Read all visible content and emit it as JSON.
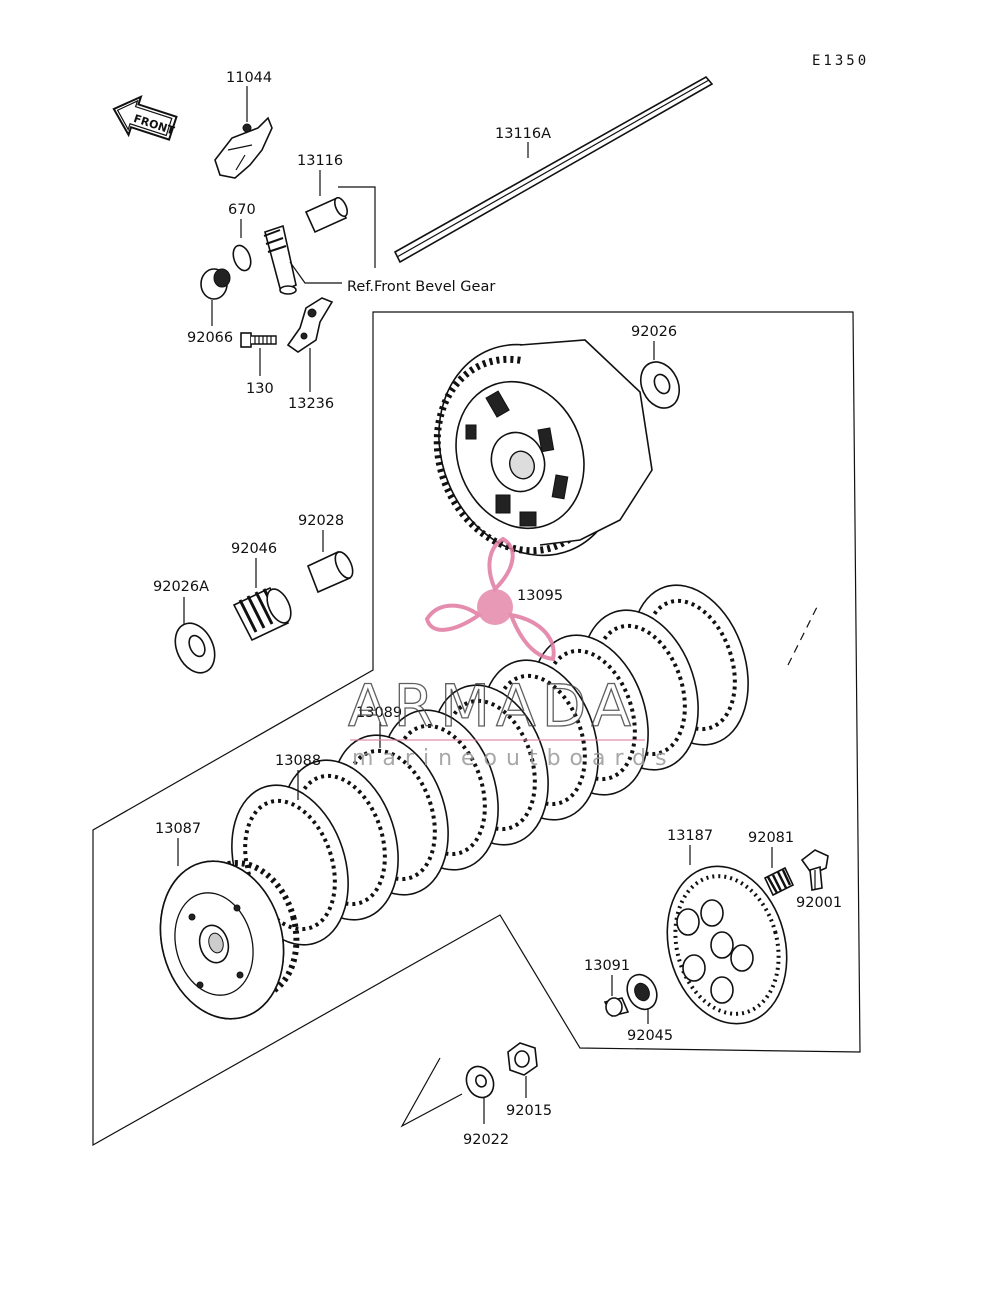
{
  "diagram_code": "E1350",
  "front_arrow": "FRONT",
  "ref_note": "Ref.Front Bevel Gear",
  "labels": {
    "p11044": "11044",
    "p13116A": "13116A",
    "p13116": "13116",
    "p670": "670",
    "p92066": "92066",
    "p130": "130",
    "p13236": "13236",
    "p92026": "92026",
    "p92028": "92028",
    "p92046": "92046",
    "p92026A": "92026A",
    "p13095": "13095",
    "p13089": "13089",
    "p13088": "13088",
    "p13087": "13087",
    "p13187": "13187",
    "p92081": "92081",
    "p92001": "92001",
    "p13091": "13091",
    "p92045": "92045",
    "p92015": "92015",
    "p92022": "92022"
  },
  "watermark": {
    "brand": "ARMADA",
    "tagline": "marineoutboards",
    "logo_color": "#e07aa0"
  }
}
